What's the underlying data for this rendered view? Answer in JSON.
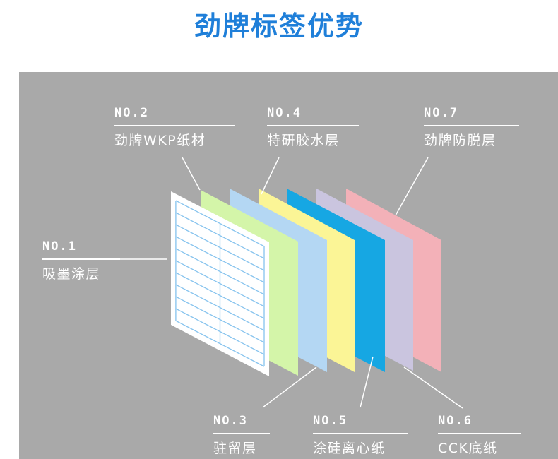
{
  "title": "劲牌标签优势",
  "colors": {
    "title": "#1f7fd9",
    "background": "#a9a9a9",
    "layer_print": "#ffffff",
    "layer_wkp": "#d4f5a9",
    "layer_retain": "#b4d7f3",
    "layer_glue": "#fbf596",
    "layer_silicone": "#16a7e3",
    "layer_cck": "#cac5df",
    "layer_antipeel": "#f3b1b8",
    "label_grid": "#86c3ee"
  },
  "layers": [
    {
      "no": "NO.1",
      "name": "吸墨涂层"
    },
    {
      "no": "NO.2",
      "name": "劲牌WKP纸材"
    },
    {
      "no": "NO.3",
      "name": "驻留层"
    },
    {
      "no": "NO.4",
      "name": "特研胶水层"
    },
    {
      "no": "NO.5",
      "name": "涂硅离心纸"
    },
    {
      "no": "NO.6",
      "name": "CCK底纸"
    },
    {
      "no": "NO.7",
      "name": "劲牌防脱层"
    }
  ]
}
